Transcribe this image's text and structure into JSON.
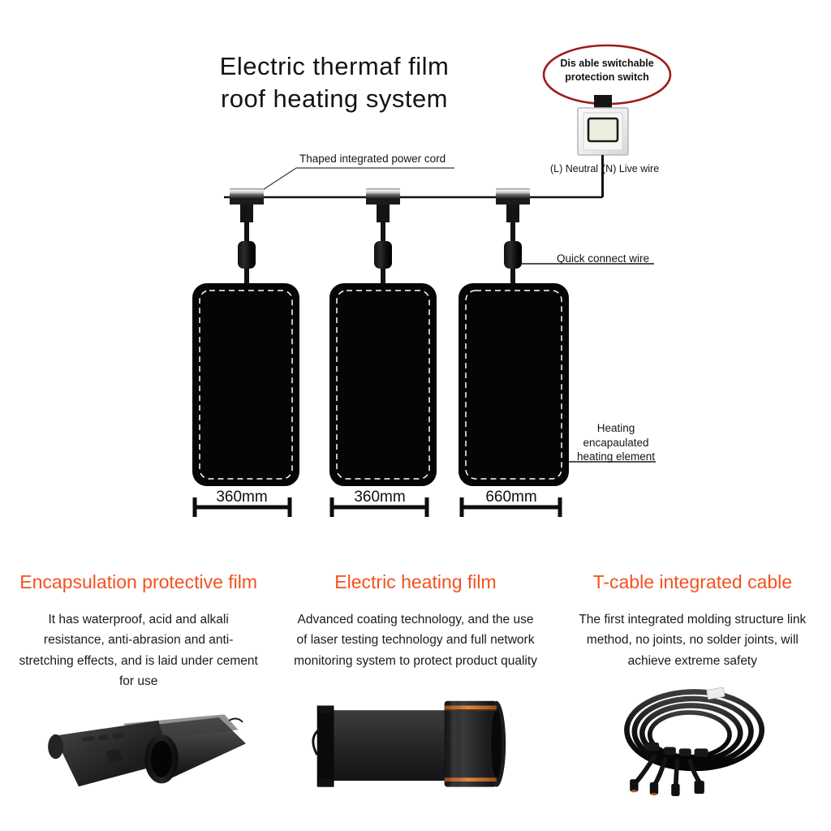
{
  "diagram": {
    "title": "Electric thermaf film\nroof heating system",
    "callout_warning": "Dis able switchable\nprotection switch",
    "labels": {
      "power_cord": "Thaped integrated power cord",
      "neutral": "(L) Neutral",
      "live_wire": "(N) Live wire",
      "quick_connect": "Quick connect wire",
      "heating_element": "Heating\nencapaulated\nheating element"
    },
    "panels": [
      {
        "dimension": "360mm"
      },
      {
        "dimension": "360mm"
      },
      {
        "dimension": "660mm"
      }
    ],
    "colors": {
      "callout_ellipse": "#9e1b1b",
      "panel_fill": "#050505",
      "panel_dash": "#ffffff",
      "wire": "#101010",
      "switch_face": "#efefe4"
    }
  },
  "cards": [
    {
      "title": "Encapsulation protective film",
      "body": "It has waterproof, acid and alkali resistance, anti-abrasion and anti-stretching effects, and is laid under cement for use",
      "photo": "rolled-black-film-photo"
    },
    {
      "title": "Electric heating film",
      "body": "Advanced coating technology, and the use of laser testing technology and full network monitoring system to protect product quality",
      "photo": "heating-film-roll-photo"
    },
    {
      "title": "T-cable integrated cable",
      "body": "The first integrated molding structure link method, no joints, no solder joints, will achieve extreme safety",
      "photo": "coiled-cable-harness-photo"
    }
  ],
  "theme": {
    "accent": "#F4511E",
    "background": "#ffffff",
    "text": "#1a1a1a"
  }
}
